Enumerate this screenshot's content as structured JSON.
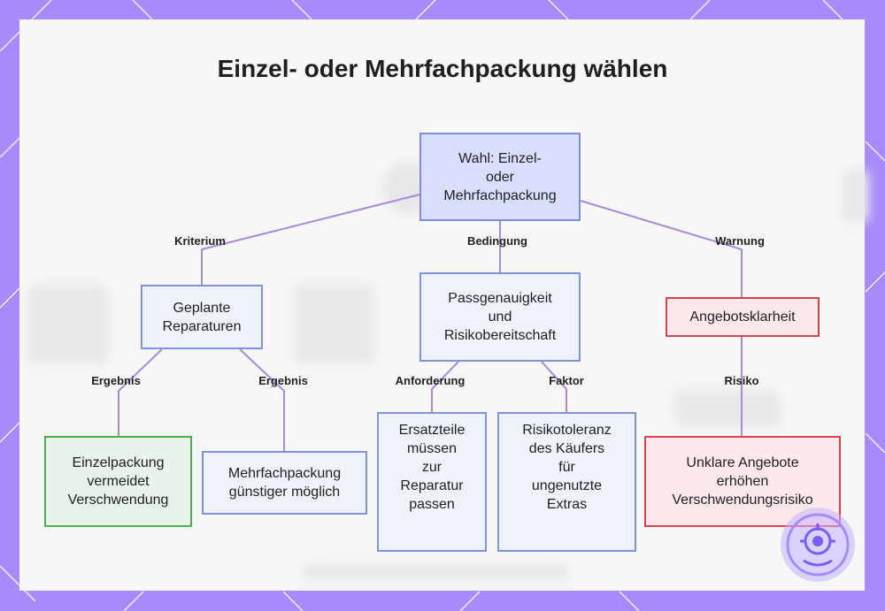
{
  "title": "Einzel- oder Mehrfachpackung wählen",
  "nodes": {
    "root": "Wahl: Einzel-\noder\nMehrfachpackung",
    "repairs": "Geplante\nReparaturen",
    "fit": "Passgenauigkeit\nund\nRisikobereitschaft",
    "clarity": "Angebotsklarheit",
    "single": "Einzelpackung\nvermeidet\nVerschwendung",
    "multi": "Mehrfachpackung\ngünstiger möglich",
    "parts": "Ersatzteile\nmüssen\nzur\nReparatur\npassen",
    "tolerance": "Risikotoleranz\ndes Käufers\nfür\nungenutzte\nExtras",
    "unclear": "Unklare Angebote\nerhöhen\nVerschwendungsrisiko"
  },
  "edge_labels": {
    "criterion": "Kriterium",
    "condition": "Bedingung",
    "warning": "Warnung",
    "result_1": "Ergebnis",
    "result_2": "Ergebnis",
    "requirement": "Anforderung",
    "factor": "Faktor",
    "risk": "Risiko"
  },
  "colors": {
    "frame": "#a78bfa",
    "connector": "#a78bda",
    "node_blue_border": "#7f94d6",
    "node_green_border": "#4caf50",
    "node_red_border": "#d9424f"
  }
}
